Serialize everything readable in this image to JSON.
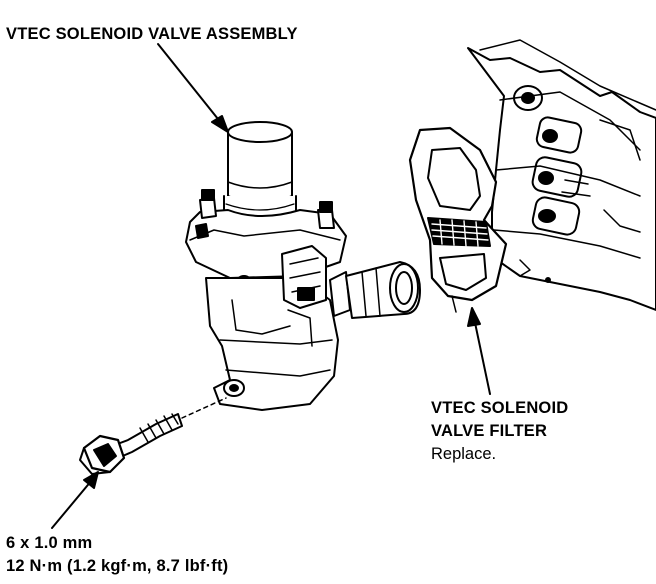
{
  "labels": {
    "assembly": "VTEC SOLENOID VALVE ASSEMBLY",
    "filter_line1": "VTEC SOLENOID",
    "filter_line2": "VALVE FILTER",
    "filter_action": "Replace.",
    "bolt_size": "6 x 1.0 mm",
    "bolt_torque": "12 N·m (1.2 kgf·m, 8.7 lbf·ft)"
  }
}
